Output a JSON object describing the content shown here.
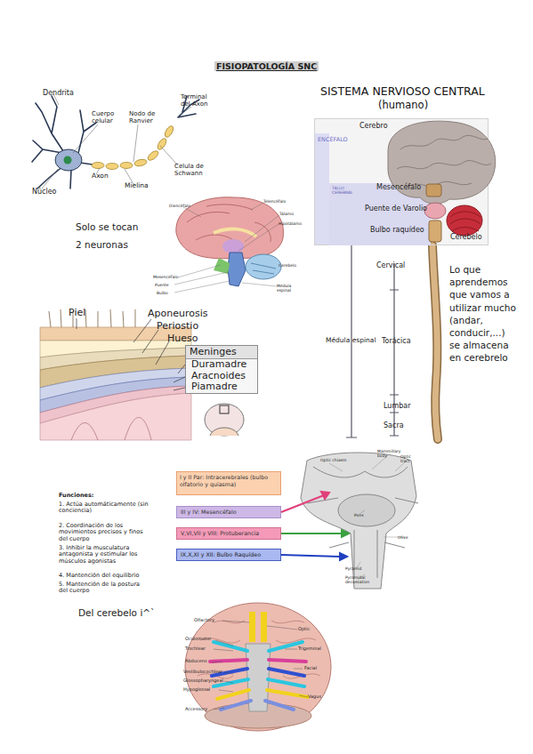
{
  "diagram": {
    "title": "FISIOPATOLOGÍA SNC",
    "nodes": [
      {
        "text": [
          "ENCÉFALO"
        ]
      },
      {
        "text": [
          "TALLO CEREBRAL"
        ],
        "in": 0
      },
      {
        "text": [
          "Meninges",
          "Duramadre",
          "Aracnoides",
          "Piamadre"
        ]
      },
      {
        "text": [
          "I y II Par: Intracerebrales (bulbo olfatorio y quiasma)"
        ]
      },
      {
        "text": [
          "III y IV: Mesencéfalo"
        ]
      },
      {
        "text": [
          "V,VI,VII y VIII: Protuberancia"
        ]
      },
      {
        "text": [
          "IX,X,XI y XII: Bulbo Raquídeo"
        ]
      }
    ],
    "labels": [
      "Dendrita",
      "Cuerpo celular",
      "Nodo de Ranvier",
      "Terminal del Axon",
      "Núcleo",
      "Axon",
      "Mielina",
      "Celula de Schwann",
      "Solo se tocan 2 neuronas",
      "SISTEMA NERVIOSO CENTRAL",
      "(humano)",
      "Cerebro",
      "Mesencéfalo",
      "Puente de Varolio",
      "Bulbo raquídeo",
      "Cerebelo",
      "Cervical",
      "Médula espinal",
      "Torácica",
      "Lumbar",
      "Sacra",
      "Lo que aprendemos que vamos a utilizar mucho (andar, conducir,...) se almacena en cerebrelo",
      "Diencéfalo",
      "Telencéfalo",
      "Tálamo",
      "Hipotálamo",
      "Mesencéfalo",
      "Puente",
      "Bulbo",
      "Cerebelo",
      "Médula espinal",
      "Piel",
      "Aponeurosis",
      "Periostio",
      "Hueso",
      "Funciones:",
      "1. Actúa automáticamente (sin conciencia)",
      "2. Coordinación de los movimientos precisos y finos del cuerpo",
      "3. Inhibir la musculatura antagonista y estimular los músculos agonistas",
      "4. Mantención del equilibrio",
      "5. Mantención de la postura del cuerpo",
      "Del cerebelo i^`",
      "Optic chiasm",
      "Mammillary body",
      "Optic tract",
      "Pons",
      "Olive",
      "Pyramid",
      "Pyramidal decussation",
      "Olfactory",
      "Optic",
      "Oculomotor",
      "Trochlear",
      "Trigeminal",
      "Abducens",
      "Facial",
      "Vestibulocochlear",
      "Glossopharyngeal",
      "Hypoglossal",
      "Vagus",
      "Accessory"
    ]
  }
}
